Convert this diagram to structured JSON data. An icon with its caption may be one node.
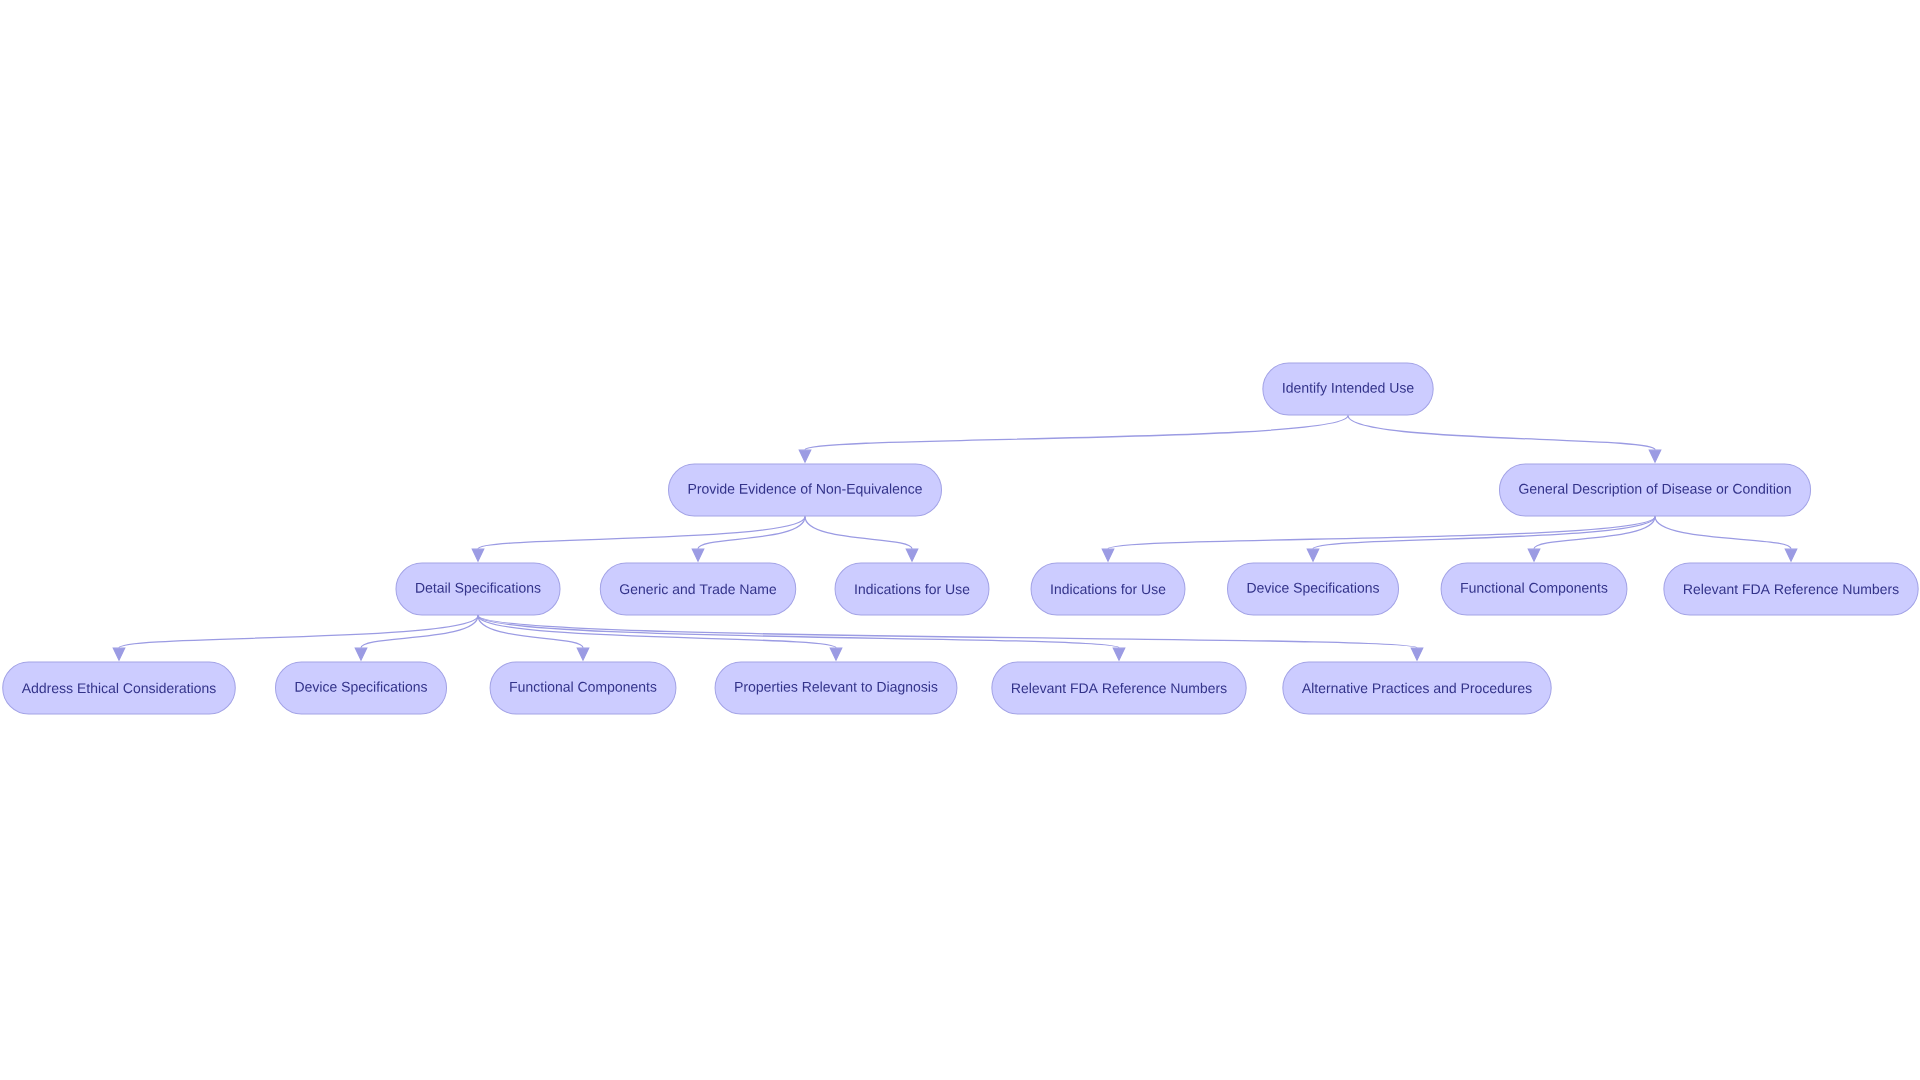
{
  "diagram": {
    "nodes": [
      {
        "text": [
          "Identify Intended Use"
        ]
      },
      {
        "text": [
          "Provide Evidence of Non-Equivalence"
        ]
      },
      {
        "text": [
          "General Description of Disease or Condition"
        ]
      },
      {
        "text": [
          "Detail Specifications"
        ]
      },
      {
        "text": [
          "Generic and Trade Name"
        ]
      },
      {
        "text": [
          "Indications for Use"
        ]
      },
      {
        "text": [
          "Indications for Use"
        ]
      },
      {
        "text": [
          "Device Specifications"
        ]
      },
      {
        "text": [
          "Functional Components"
        ]
      },
      {
        "text": [
          "Relevant FDA Reference Numbers"
        ]
      },
      {
        "text": [
          "Address Ethical Considerations"
        ]
      },
      {
        "text": [
          "Device Specifications"
        ]
      },
      {
        "text": [
          "Functional Components"
        ]
      },
      {
        "text": [
          "Properties Relevant to Diagnosis"
        ]
      },
      {
        "text": [
          "Relevant FDA Reference Numbers"
        ]
      },
      {
        "text": [
          "Alternative Practices and Procedures"
        ]
      }
    ],
    "edges": [
      {
        "from": 0,
        "to": 1,
        "arrow": "to"
      },
      {
        "from": 0,
        "to": 2,
        "arrow": "to"
      },
      {
        "from": 1,
        "to": 3,
        "arrow": "to"
      },
      {
        "from": 1,
        "to": 4,
        "arrow": "to"
      },
      {
        "from": 1,
        "to": 5,
        "arrow": "to"
      },
      {
        "from": 2,
        "to": 6,
        "arrow": "to"
      },
      {
        "from": 2,
        "to": 7,
        "arrow": "to"
      },
      {
        "from": 2,
        "to": 8,
        "arrow": "to"
      },
      {
        "from": 2,
        "to": 9,
        "arrow": "to"
      },
      {
        "from": 3,
        "to": 10,
        "arrow": "to"
      },
      {
        "from": 3,
        "to": 11,
        "arrow": "to"
      },
      {
        "from": 3,
        "to": 12,
        "arrow": "to"
      },
      {
        "from": 3,
        "to": 13,
        "arrow": "to"
      },
      {
        "from": 3,
        "to": 14,
        "arrow": "to"
      },
      {
        "from": 3,
        "to": 15,
        "arrow": "to"
      }
    ]
  }
}
